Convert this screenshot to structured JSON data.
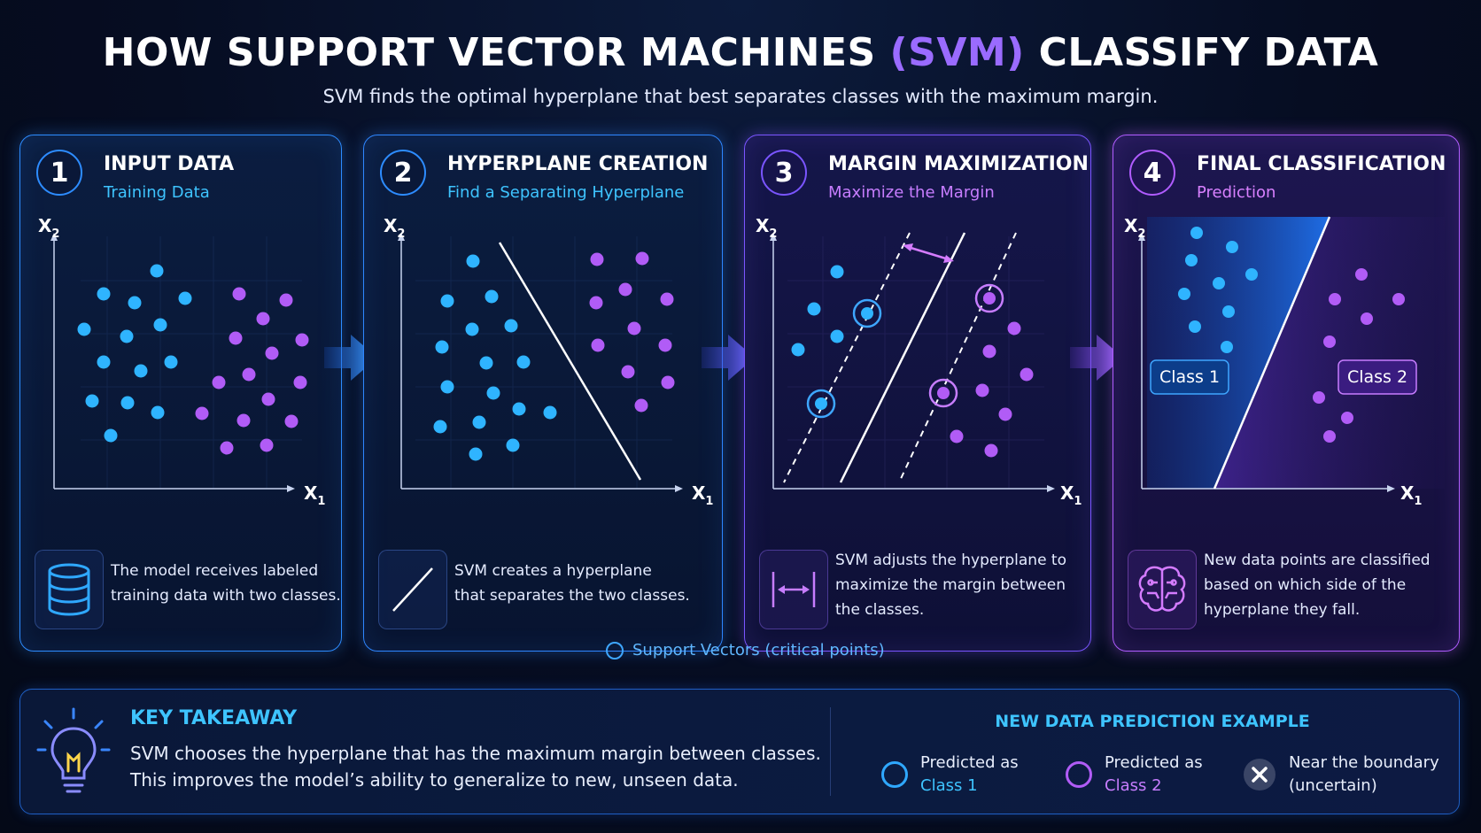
{
  "header": {
    "title_pre": "HOW SUPPORT VECTOR MACHINES ",
    "title_accent": "(SVM)",
    "title_post": " CLASSIFY DATA",
    "subtitle": "SVM finds the optimal hyperplane that best separates classes with the maximum margin."
  },
  "axes": {
    "x": "X",
    "y": "X",
    "x_sub": "1",
    "y_sub": "2"
  },
  "colors": {
    "class1": "#2fb4ff",
    "class2": "#b15cf6",
    "accent_purple": "#9a6bff",
    "cyan": "#3ec4ff"
  },
  "panels": [
    {
      "number": "1",
      "title": "INPUT DATA",
      "subtitle": "Training Data",
      "icon": "database-icon",
      "desc": [
        "The model receives labeled",
        "training data with two classes."
      ]
    },
    {
      "number": "2",
      "title": "HYPERPLANE CREATION",
      "subtitle": "Find a Separating Hyperplane",
      "icon": "line-icon",
      "desc": [
        "SVM creates a hyperplane",
        "that separates the two classes."
      ]
    },
    {
      "number": "3",
      "title": "MARGIN MAXIMIZATION",
      "subtitle": "Maximize the Margin",
      "icon": "double-arrow-icon",
      "desc": [
        "SVM adjusts the hyperplane to",
        "maximize the margin between",
        "the classes."
      ]
    },
    {
      "number": "4",
      "title": "FINAL CLASSIFICATION",
      "subtitle": "Prediction",
      "icon": "brain-icon",
      "desc": [
        "New data points are classified",
        "based on which side of the",
        "hyperplane they fall."
      ],
      "class1_label": "Class 1",
      "class2_label": "Class 2"
    }
  ],
  "support_vectors_legend": "Support Vectors (critical points)",
  "key_takeaway": {
    "icon": "lightbulb-icon",
    "title": "KEY TAKEAWAY",
    "line1": "SVM chooses the hyperplane that has the maximum margin between classes.",
    "line2": "This improves the model’s ability to generalize to new, unseen data."
  },
  "new_data": {
    "title": "NEW DATA PREDICTION EXAMPLE",
    "items": [
      {
        "icon": "blue-ring-icon",
        "line1": "Predicted as",
        "line2": "Class 1"
      },
      {
        "icon": "purple-ring-icon",
        "line1": "Predicted as",
        "line2": "Class 2"
      },
      {
        "icon": "x-icon",
        "line1": "Near the boundary",
        "line2": "(uncertain)"
      }
    ]
  }
}
